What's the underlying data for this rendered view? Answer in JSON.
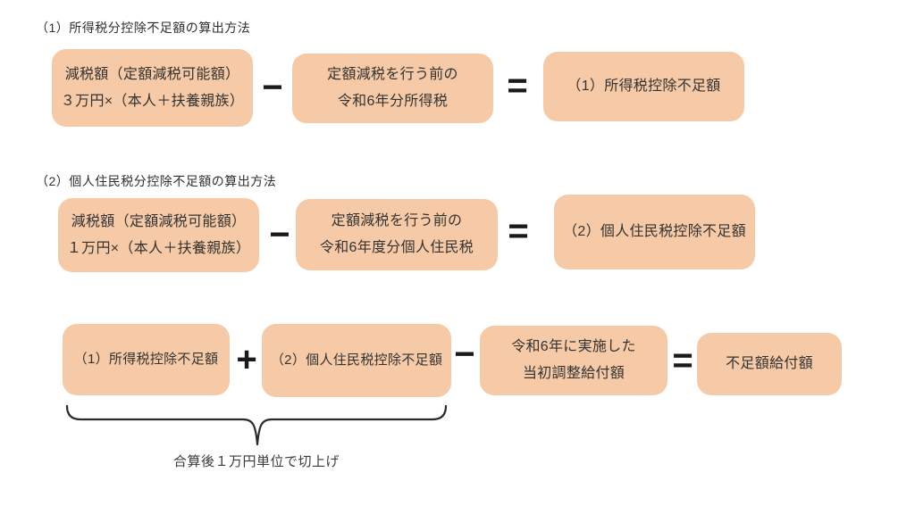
{
  "colors": {
    "background": "#FFFFFF",
    "box_fill": "#F6CAA6",
    "text": "#333333",
    "operator": "#1A1A1A"
  },
  "formula1": {
    "heading": "（1）所得税分控除不足額の算出方法",
    "minuend": {
      "line1": "減税額（定額減税可能額）",
      "line2": "３万円×（本人＋扶養親族）"
    },
    "minus": "−",
    "subtrahend": {
      "line1": "定額減税を行う前の",
      "line2": "令和6年分所得税"
    },
    "equals": "=",
    "result": "（1）所得税控除不足額"
  },
  "formula2": {
    "heading": "（2）個人住民税分控除不足額の算出方法",
    "minuend": {
      "line1": "減税額（定額減税可能額）",
      "line2": "１万円×（本人＋扶養親族）"
    },
    "minus": "−",
    "subtrahend": {
      "line1": "定額減税を行う前の",
      "line2": "令和6年度分個人住民税"
    },
    "equals": "=",
    "result": "（2）個人住民税控除不足額"
  },
  "formula3": {
    "term1": "（1）所得税控除不足額",
    "plus": "+",
    "term2": "（2）個人住民税控除不足額",
    "minus": "−",
    "term3": {
      "line1": "令和6年に実施した",
      "line2": "当初調整給付額"
    },
    "equals": "=",
    "result": "不足額給付額",
    "brace_note": "合算後１万円単位で切上げ"
  }
}
